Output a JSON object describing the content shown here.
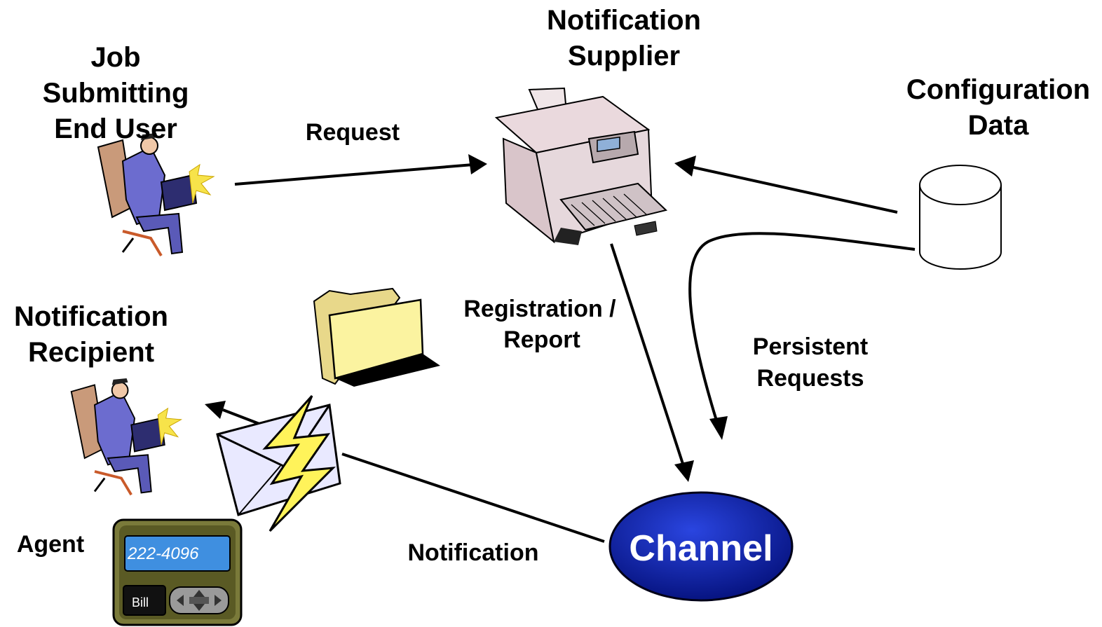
{
  "labels": {
    "job_user_line1": "Job",
    "job_user_line2": "Submitting",
    "job_user_line3": "End User",
    "supplier_line1": "Notification",
    "supplier_line2": "Supplier",
    "config_line1": "Configuration",
    "config_line2": "Data",
    "recipient_line1": "Notification",
    "recipient_line2": "Recipient",
    "agent": "Agent",
    "request": "Request",
    "registration_line1": "Registration /",
    "registration_line2": "Report",
    "persistent_line1": "Persistent",
    "persistent_line2": "Requests",
    "notification": "Notification",
    "channel": "Channel"
  },
  "pager": {
    "display": "222-4096",
    "name": "Bill"
  },
  "icons": [
    "businessman-at-laptop-icon",
    "printer-icon",
    "database-cylinder-icon",
    "folder-icon",
    "envelope-lightning-icon",
    "pager-icon"
  ],
  "colors": {
    "channel_fill": "#0a1fa8",
    "channel_text": "#ffffff",
    "suit": "#6c6ccf",
    "folder": "#fbf3a0",
    "envelope": "#e9e9ff",
    "lightning": "#fff35a",
    "printer": "#e6d8dc",
    "pager_screen": "#3f8fe0"
  }
}
